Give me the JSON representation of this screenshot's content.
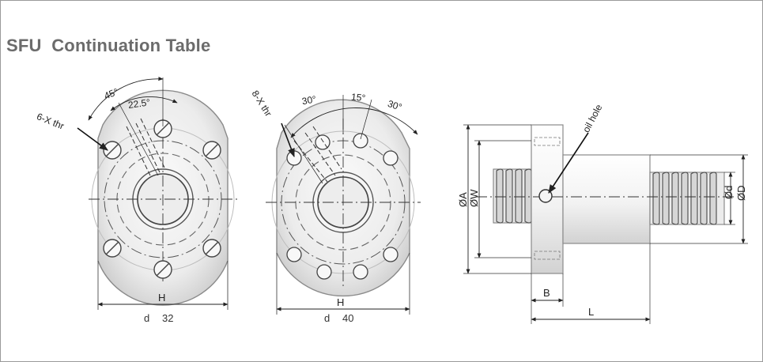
{
  "title": "SFU  Continuation Table",
  "views": {
    "d32": {
      "caption_prefix": "d",
      "caption_value": "32",
      "angle_outer": "45°",
      "angle_inner": "22.5°",
      "thread_label": "6-X thr",
      "width_label": "H"
    },
    "d40": {
      "caption_prefix": "d",
      "caption_value": "40",
      "angle_left": "30°",
      "angle_mid": "15°",
      "angle_right": "30°",
      "thread_label": "8-X thr",
      "width_label": "H"
    },
    "side": {
      "oil_hole_label": "oil hole",
      "dim_A": "ØA",
      "dim_W": "ØW",
      "dim_d": "Ød",
      "dim_D": "ØD",
      "dim_B": "B",
      "dim_L": "L"
    }
  }
}
